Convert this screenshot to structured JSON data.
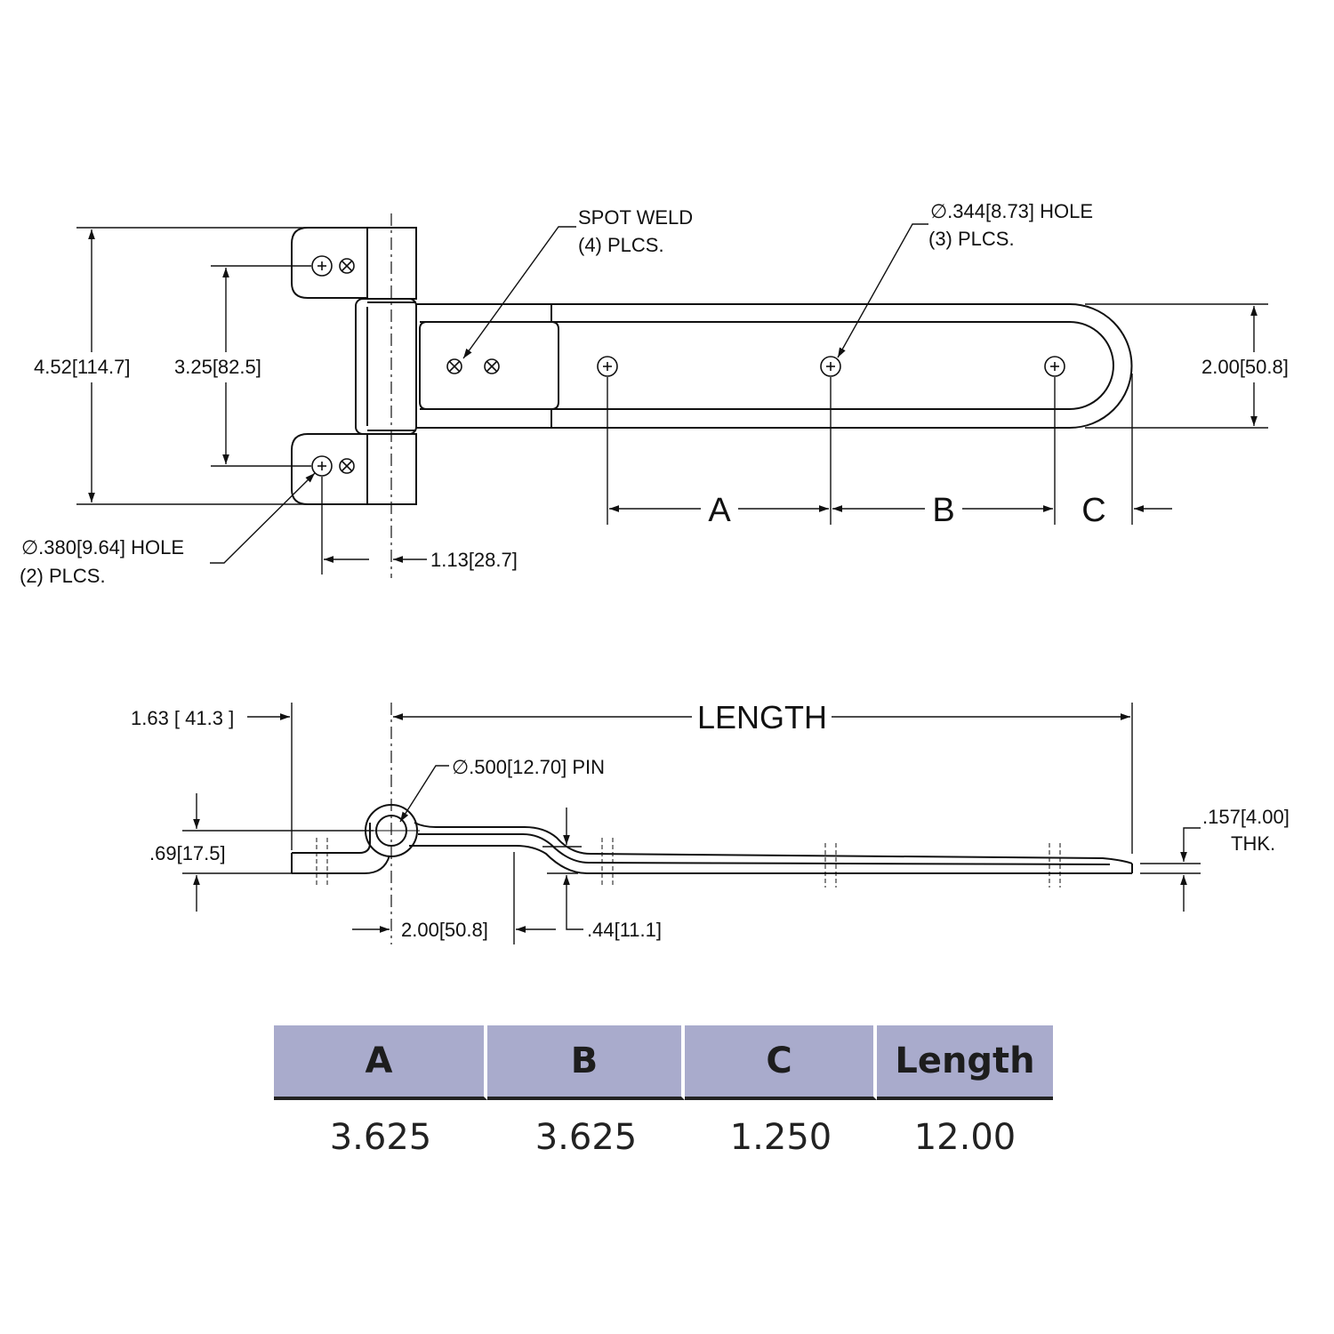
{
  "top_view": {
    "spot_weld_line1": "SPOT WELD",
    "spot_weld_line2": "(4) PLCS.",
    "hole344_line1": "∅.344[8.73] HOLE",
    "hole344_line2": "(3) PLCS.",
    "hole380_line1": "∅.380[9.64] HOLE",
    "hole380_line2": "(2) PLCS.",
    "dim_overall_height": "4.52[114.7]",
    "dim_hole_spacing": "3.25[82.5]",
    "dim_leaf_width": "2.00[50.8]",
    "dim_pin_offset": "1.13[28.7]",
    "label_a": "A",
    "label_b": "B",
    "label_c": "C"
  },
  "side_view": {
    "dim_1_63": "1.63 [ 41.3 ]",
    "length_label": "LENGTH",
    "pin_label": "∅.500[12.70] PIN",
    "dim_0_69": ".69[17.5]",
    "dim_2_00": "2.00[50.8]",
    "dim_0_44": ".44[11.1]",
    "thk_line1": ".157[4.00]",
    "thk_line2": "THK."
  },
  "table": {
    "headers": [
      "A",
      "B",
      "C",
      "Length"
    ],
    "values": [
      "3.625",
      "3.625",
      "1.250",
      "12.00"
    ]
  }
}
